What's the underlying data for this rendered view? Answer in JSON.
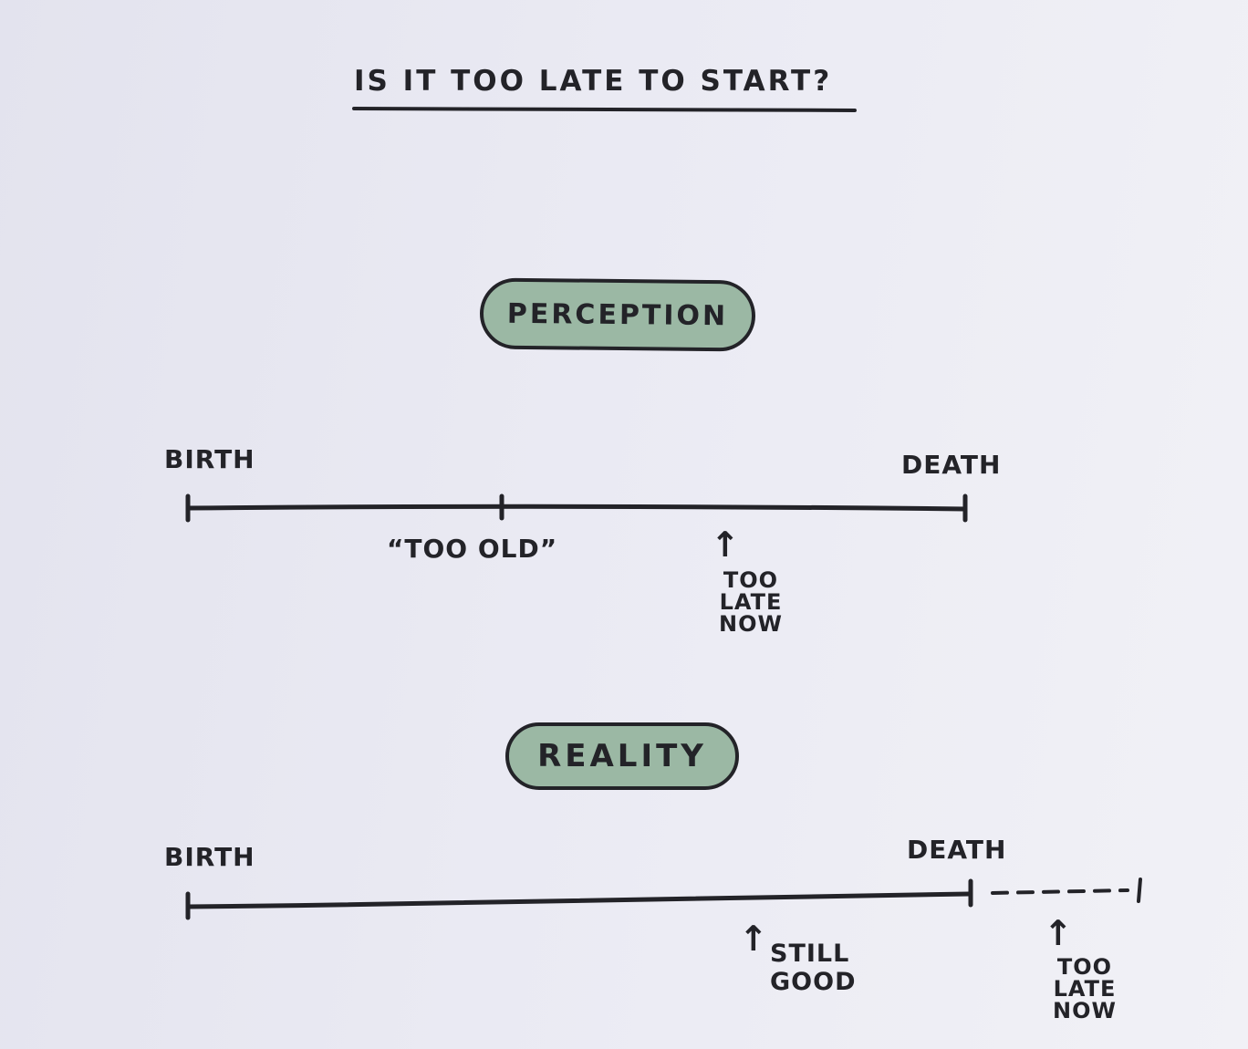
{
  "title": "IS IT TOO LATE TO START?",
  "perception": {
    "pill_label": "PERCEPTION",
    "start_label": "BIRTH",
    "end_label": "DEATH",
    "too_old_label": "“TOO OLD”",
    "too_late_label": "TOO LATE NOW"
  },
  "reality": {
    "pill_label": "REALITY",
    "start_label": "BIRTH",
    "end_label": "DEATH",
    "still_good_label": "STILL GOOD",
    "too_late_label": "TOO LATE NOW"
  },
  "colors": {
    "pill_fill": "#9bb8a4",
    "ink": "#232328"
  }
}
